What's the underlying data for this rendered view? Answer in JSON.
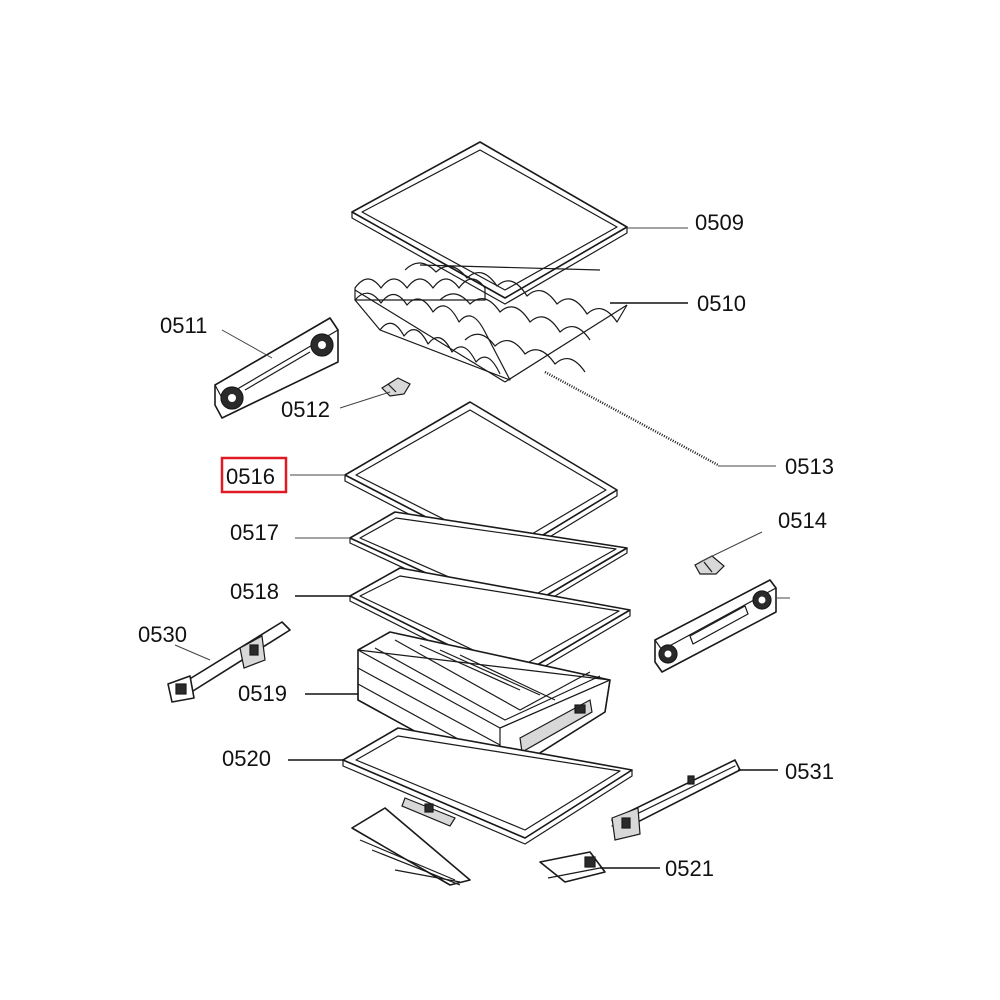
{
  "callouts": [
    {
      "id": "c0509",
      "label": "0509"
    },
    {
      "id": "c0510",
      "label": "0510"
    },
    {
      "id": "c0511",
      "label": "0511"
    },
    {
      "id": "c0512",
      "label": "0512"
    },
    {
      "id": "c0513",
      "label": "0513"
    },
    {
      "id": "c0514",
      "label": "0514"
    },
    {
      "id": "c0516",
      "label": "0516",
      "highlighted": true
    },
    {
      "id": "c0517",
      "label": "0517"
    },
    {
      "id": "c0518",
      "label": "0518"
    },
    {
      "id": "c0519",
      "label": "0519"
    },
    {
      "id": "c0520",
      "label": "0520"
    },
    {
      "id": "c0521",
      "label": "0521"
    },
    {
      "id": "c0530",
      "label": "0530"
    },
    {
      "id": "c0531",
      "label": "0531"
    }
  ],
  "colors": {
    "highlight": "#e01b24",
    "line": "#1a1a1a"
  }
}
